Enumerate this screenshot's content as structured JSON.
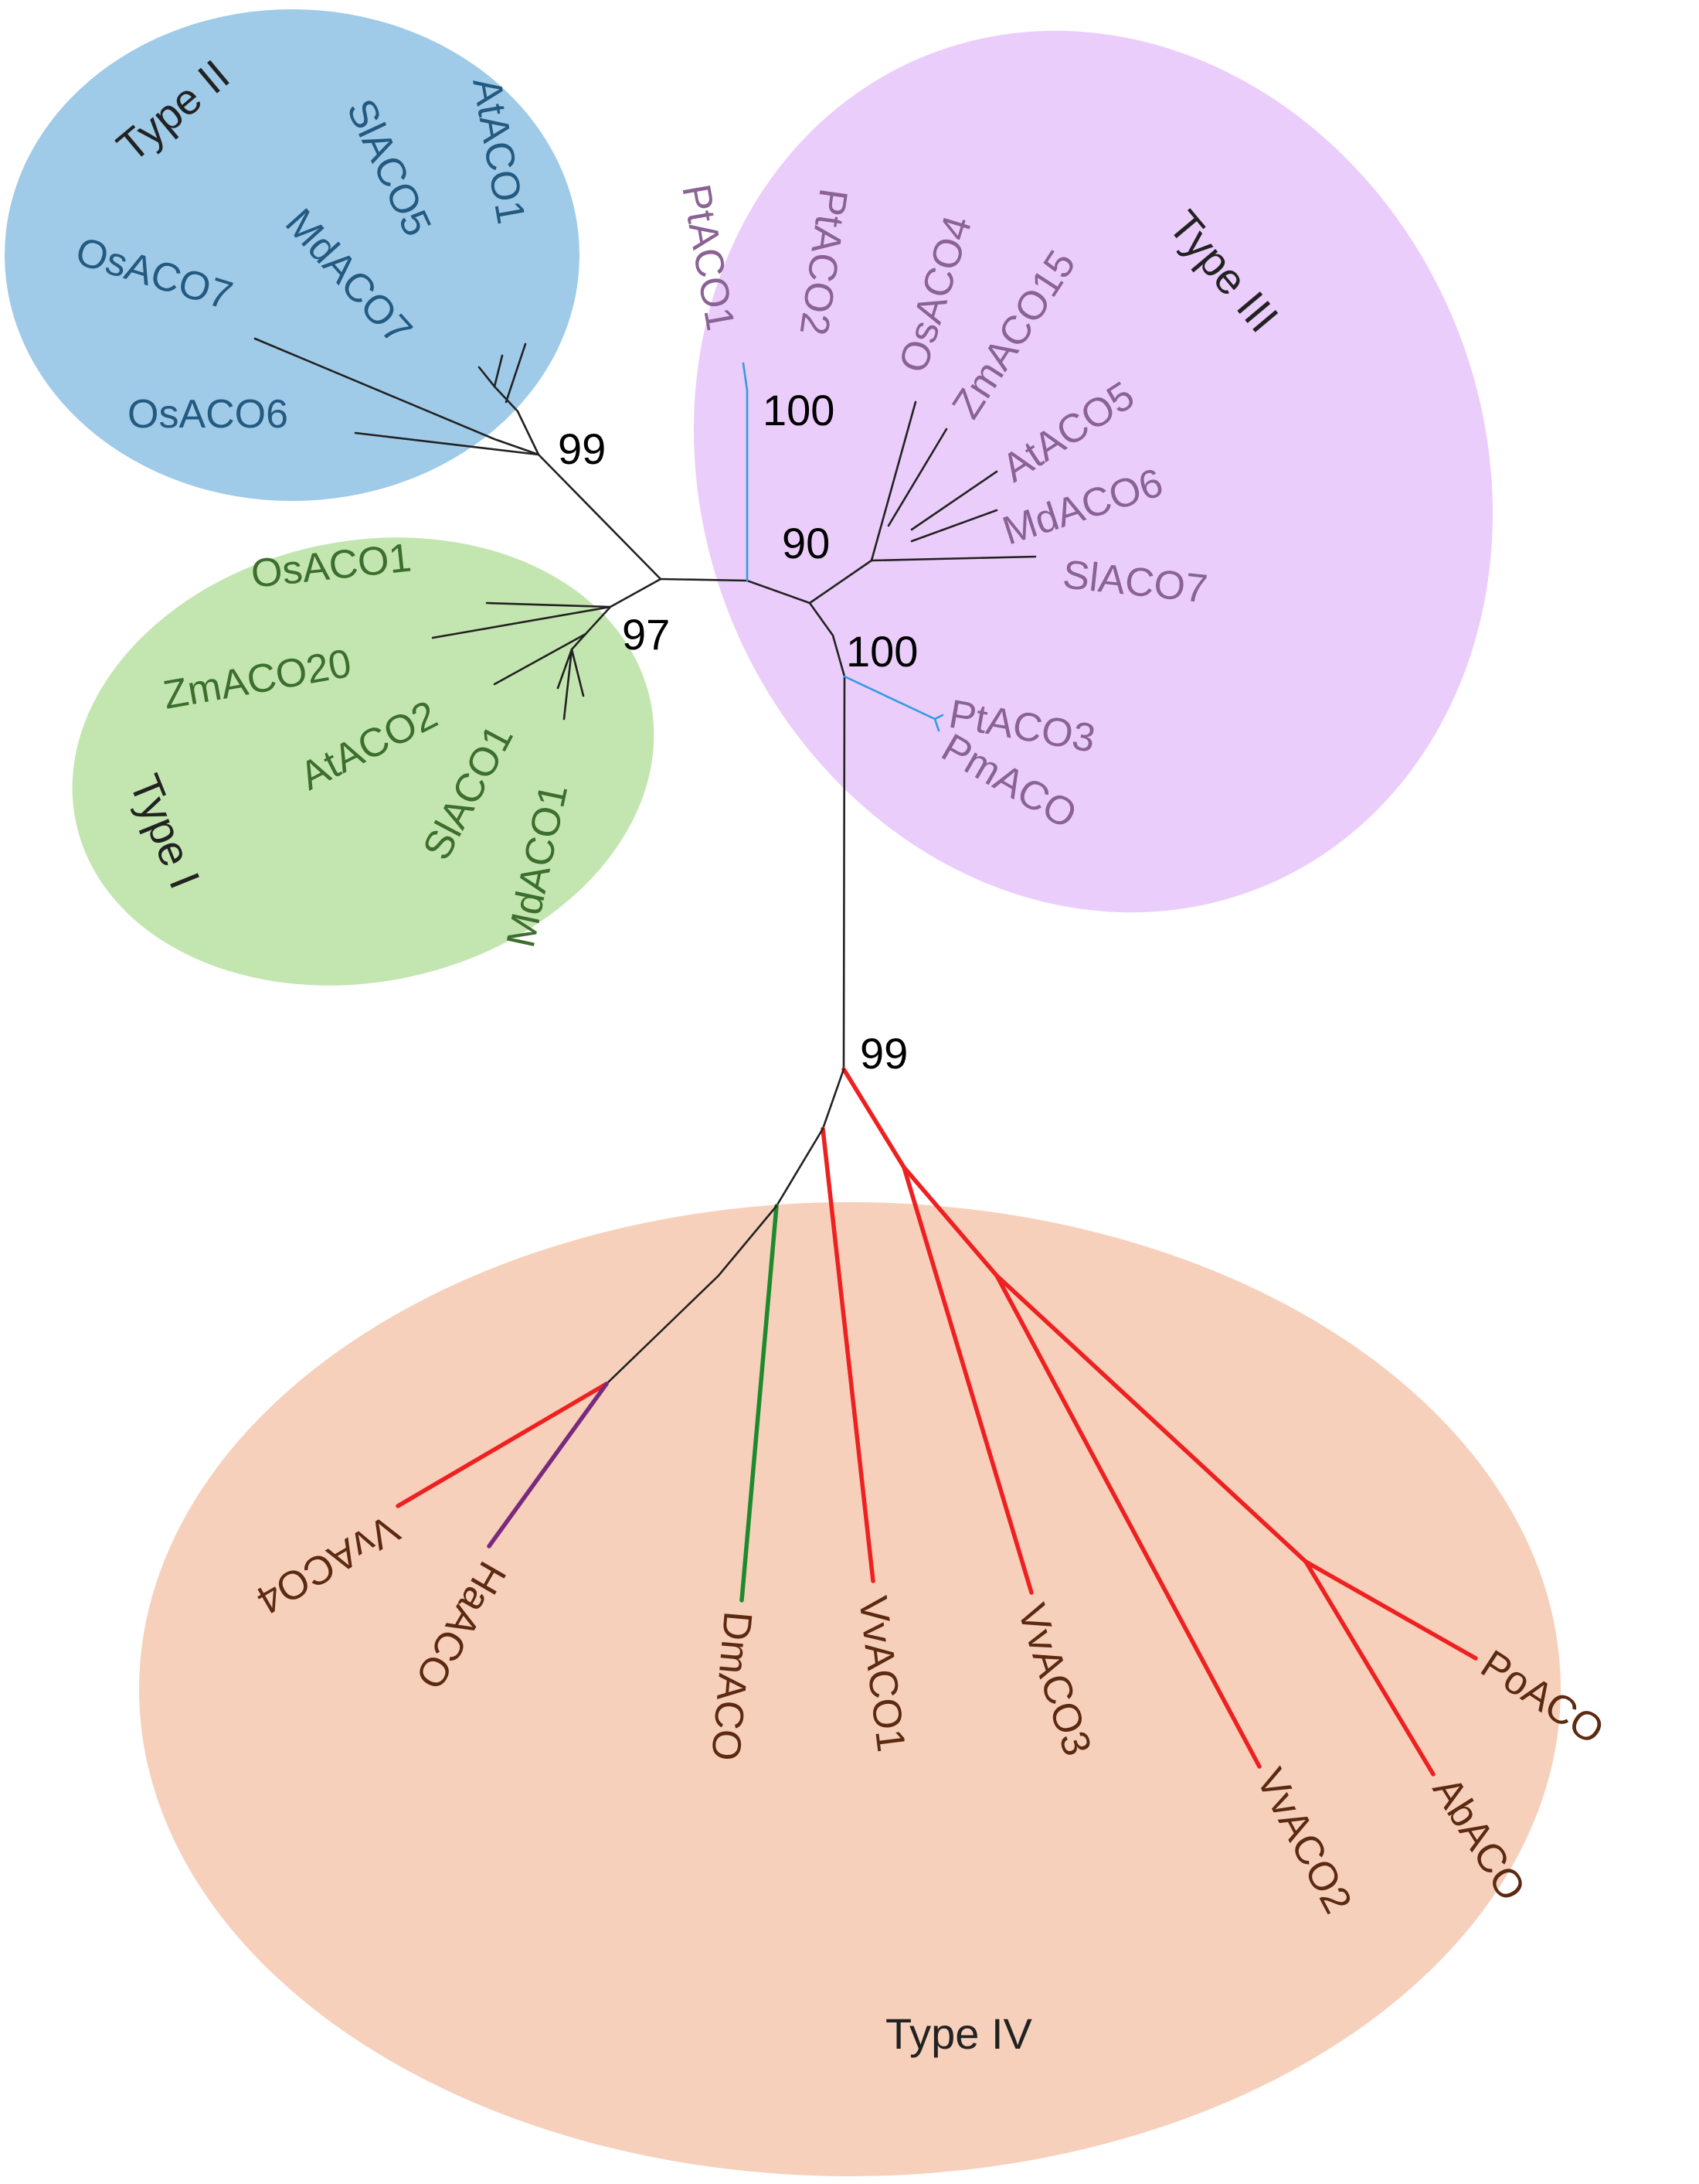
{
  "colors": {
    "type1_fill": "#c3e6b1",
    "type2_fill": "#9fcbe9",
    "type3_fill": "#ebcdfb",
    "type4_fill": "#f7d0bc",
    "type1_text": "#3c6e2d",
    "type2_text": "#245a80",
    "type3_text": "#8a6296",
    "type4_text": "#5b2a10",
    "branch_black": "#222222",
    "branch_red": "#ee2020",
    "branch_blue": "#2f9be6",
    "branch_green": "#1e8a2e",
    "branch_purple": "#7a2a7c"
  },
  "groups": [
    {
      "id": "type2",
      "title": "Type II"
    },
    {
      "id": "type3",
      "title": "Type III"
    },
    {
      "id": "type1",
      "title": "Type I"
    },
    {
      "id": "type4",
      "title": "Type IV"
    }
  ],
  "bootstrap": [
    "99",
    "97",
    "100",
    "90",
    "100",
    "99"
  ],
  "taxa": {
    "type2": [
      "AtACO1",
      "SlACO5",
      "MdACO7",
      "OsACO7",
      "OsACO6"
    ],
    "type1": [
      "OsACO1",
      "ZmACO20",
      "AtACO2",
      "SlACO1",
      "MdACO1"
    ],
    "type3": [
      "PtACO1",
      "PtACO2",
      "OsACO4",
      "ZmACO15",
      "AtACO5",
      "MdACO6",
      "SlACO7",
      "PtACO3",
      "PmACO"
    ],
    "type4": [
      "VvACO4",
      "HaACO",
      "DmACO",
      "VvACO1",
      "VvACO3",
      "VvACO2",
      "AbACO",
      "PoACO"
    ]
  }
}
